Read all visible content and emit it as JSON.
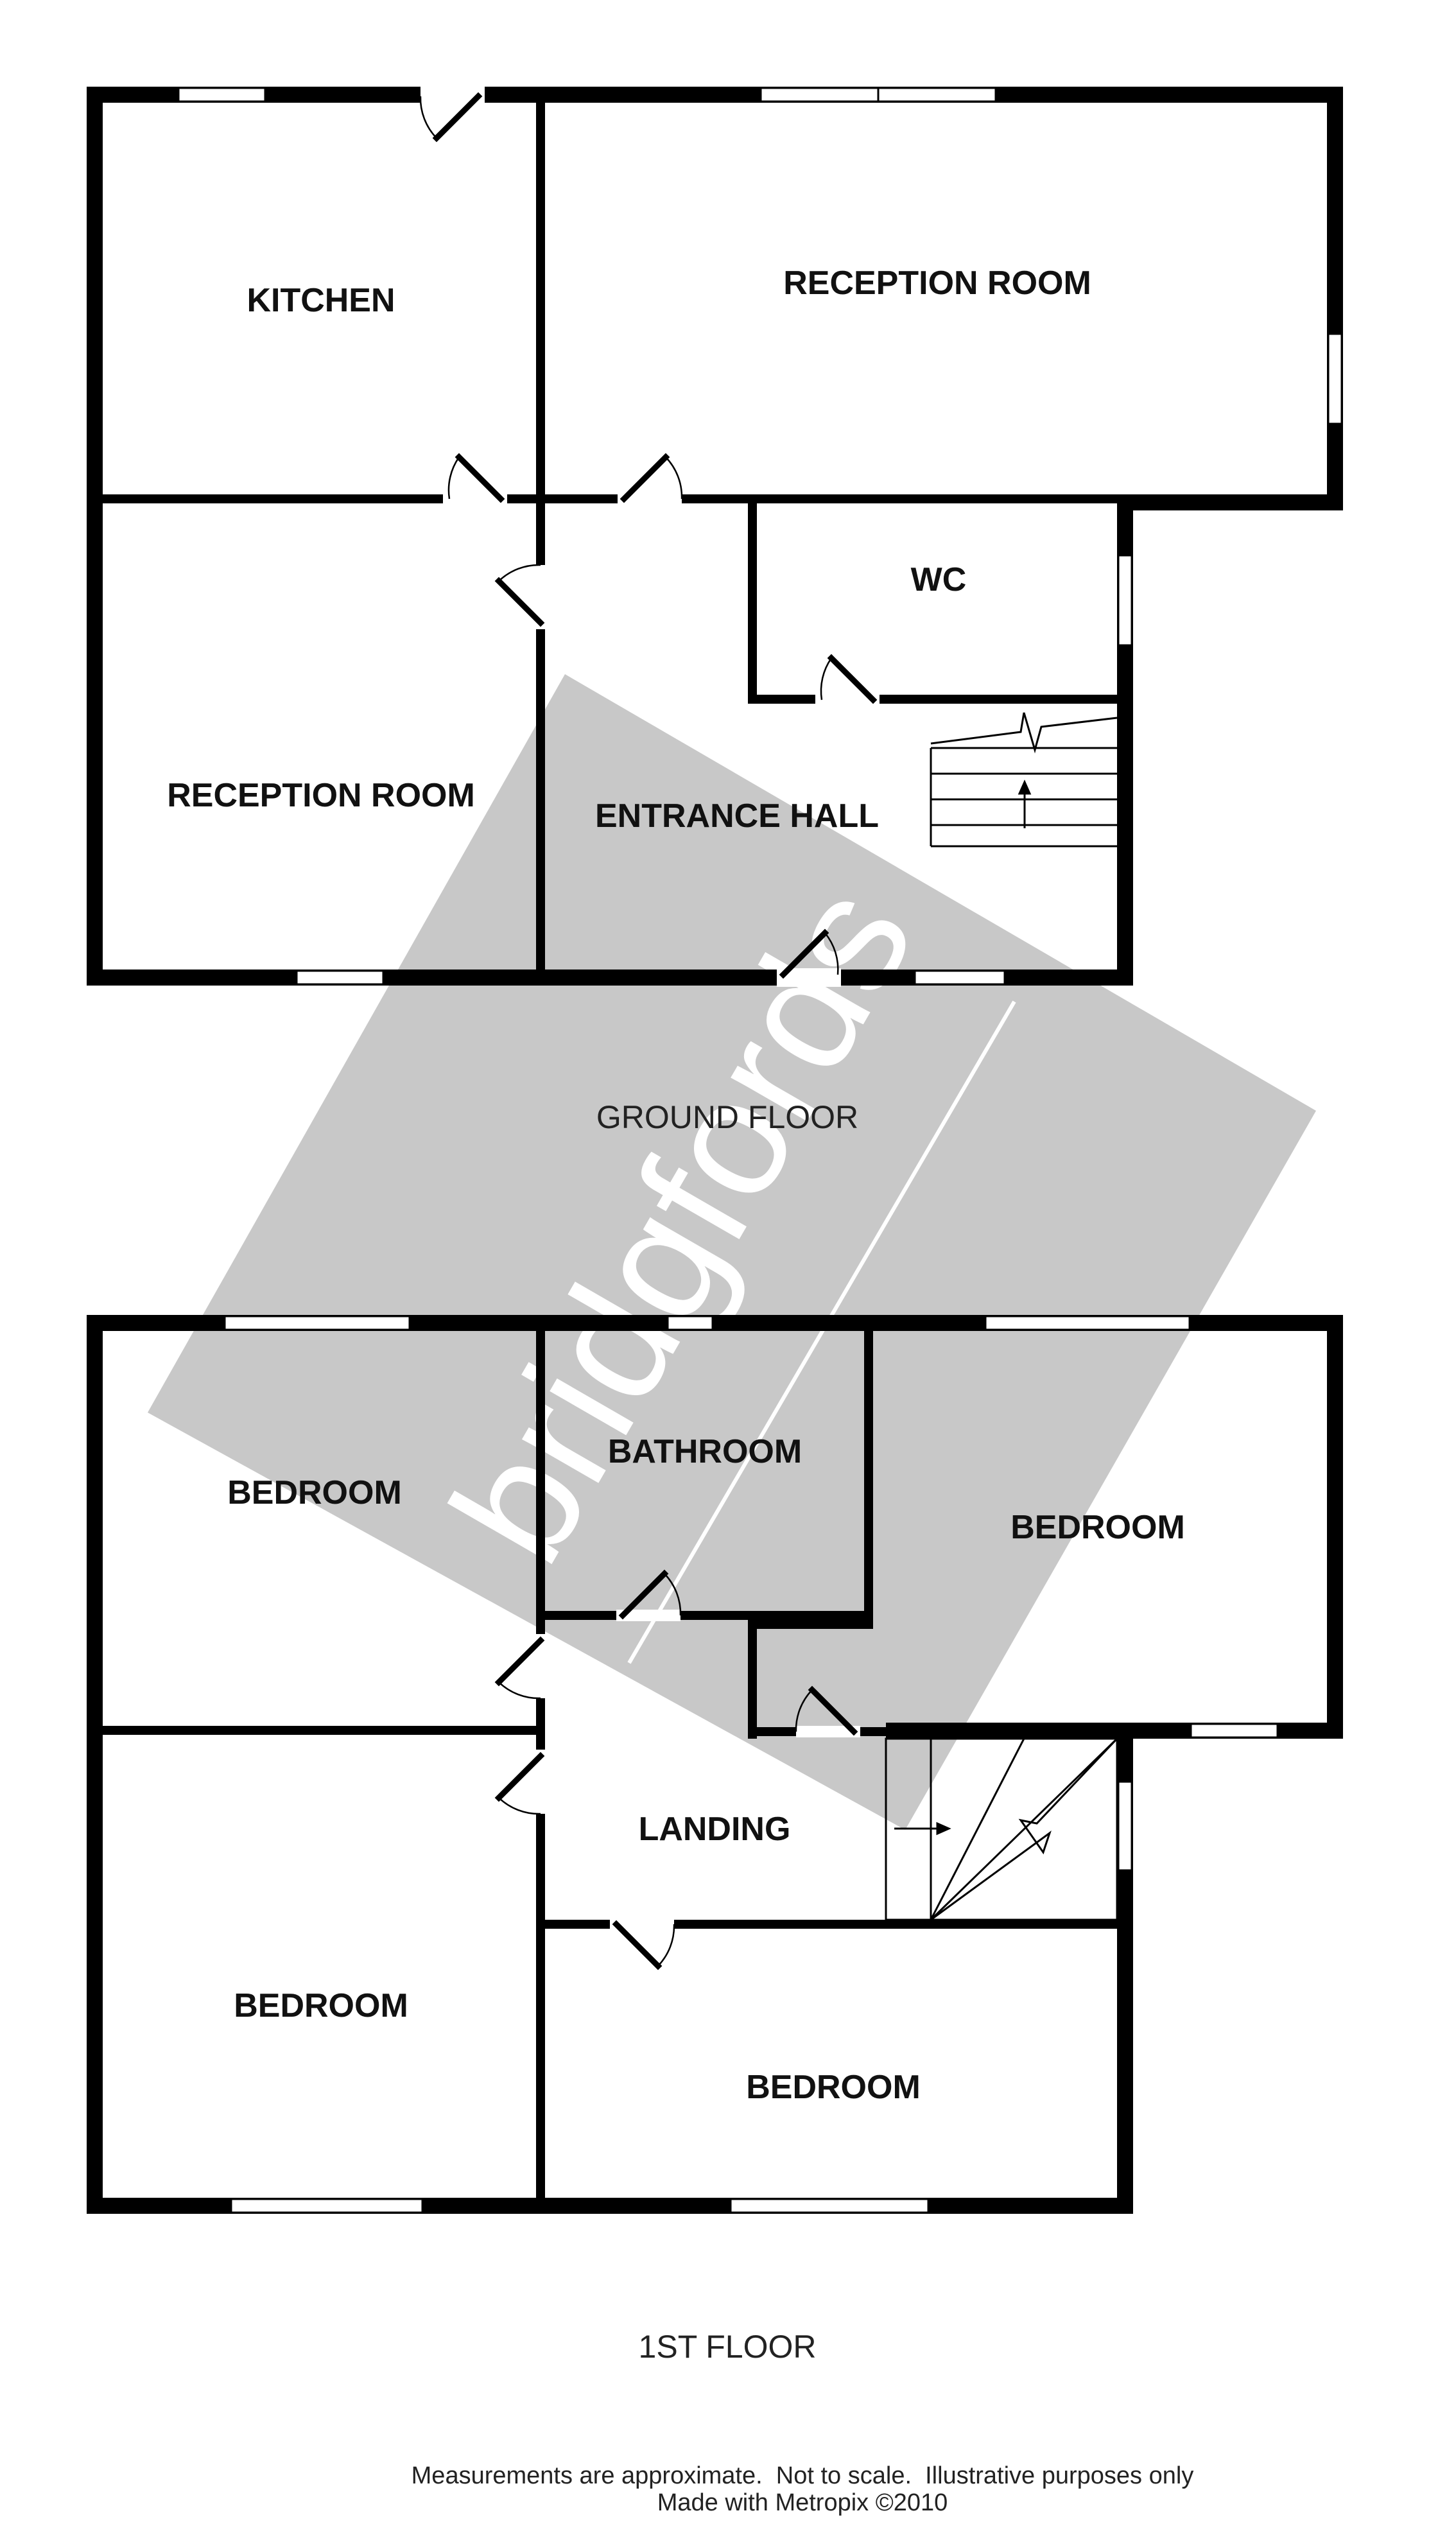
{
  "ground_floor": {
    "label": "GROUND FLOOR",
    "rooms": {
      "kitchen": "KITCHEN",
      "reception_rear": "RECEPTION ROOM",
      "reception_front": "RECEPTION ROOM",
      "wc": "WC",
      "entrance_hall": "ENTRANCE HALL"
    }
  },
  "first_floor": {
    "label": "1ST FLOOR",
    "rooms": {
      "bedroom_rear_left": "BEDROOM",
      "bathroom": "BATHROOM",
      "bedroom_rear_right": "BEDROOM",
      "landing": "LANDING",
      "bedroom_front_left": "BEDROOM",
      "bedroom_front_right": "BEDROOM"
    }
  },
  "footer": {
    "disclaimer": "Measurements are approximate.  Not to scale.  Illustrative purposes only",
    "credit": "Made with Metropix ©2010"
  },
  "watermark": {
    "brand": "bridgfords",
    "color": "#c8c8c8"
  }
}
